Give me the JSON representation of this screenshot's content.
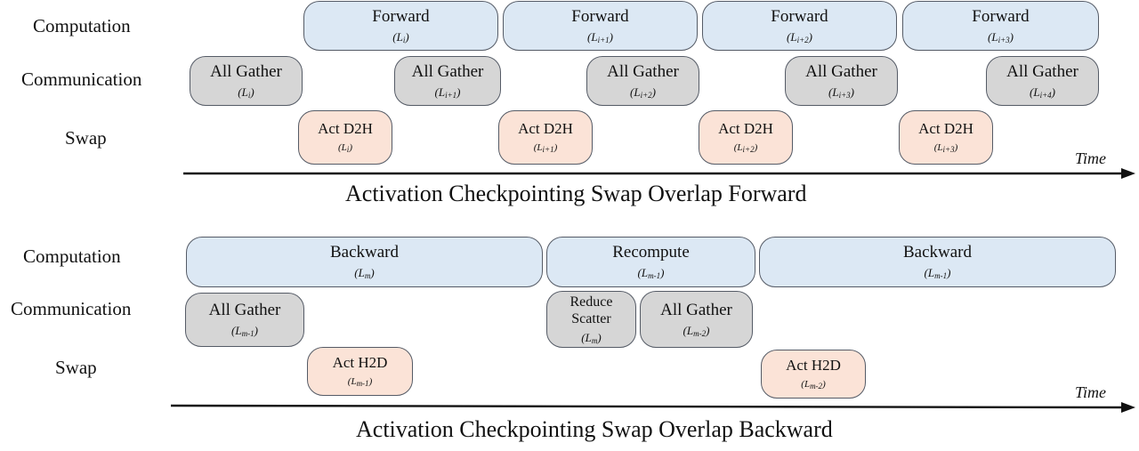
{
  "forward_panel": {
    "row_labels": {
      "computation": "Computation",
      "communication": "Communication",
      "swap": "Swap"
    },
    "computation": [
      {
        "name": "Forward",
        "layer": "L",
        "sub": "i"
      },
      {
        "name": "Forward",
        "layer": "L",
        "sub": "i+1"
      },
      {
        "name": "Forward",
        "layer": "L",
        "sub": "i+2"
      },
      {
        "name": "Forward",
        "layer": "L",
        "sub": "i+3"
      }
    ],
    "communication": [
      {
        "name": "All Gather",
        "layer": "L",
        "sub": "i"
      },
      {
        "name": "All Gather",
        "layer": "L",
        "sub": "i+1"
      },
      {
        "name": "All Gather",
        "layer": "L",
        "sub": "i+2"
      },
      {
        "name": "All Gather",
        "layer": "L",
        "sub": "i+3"
      },
      {
        "name": "All Gather",
        "layer": "L",
        "sub": "i+4"
      }
    ],
    "swap": [
      {
        "name": "Act D2H",
        "layer": "L",
        "sub": "i"
      },
      {
        "name": "Act D2H",
        "layer": "L",
        "sub": "i+1"
      },
      {
        "name": "Act D2H",
        "layer": "L",
        "sub": "i+2"
      },
      {
        "name": "Act D2H",
        "layer": "L",
        "sub": "i+3"
      }
    ],
    "time_label": "Time",
    "caption": "Activation Checkpointing Swap Overlap Forward"
  },
  "backward_panel": {
    "row_labels": {
      "computation": "Computation",
      "communication": "Communication",
      "swap": "Swap"
    },
    "computation": [
      {
        "name": "Backward",
        "layer": "L",
        "sub": "m"
      },
      {
        "name": "Recompute",
        "layer": "L",
        "sub": "m-1"
      },
      {
        "name": "Backward",
        "layer": "L",
        "sub": "m-1"
      }
    ],
    "communication": [
      {
        "name": "All Gather",
        "layer": "L",
        "sub": "m-1"
      },
      {
        "name": "Reduce Scatter",
        "layer": "L",
        "sub": "m"
      },
      {
        "name": "All Gather",
        "layer": "L",
        "sub": "m-2"
      }
    ],
    "swap": [
      {
        "name": "Act H2D",
        "layer": "L",
        "sub": "m-1"
      },
      {
        "name": "Act H2D",
        "layer": "L",
        "sub": "m-2"
      }
    ],
    "time_label": "Time",
    "caption": "Activation Checkpointing Swap Overlap Backward"
  },
  "colors": {
    "computation": "#dce8f4",
    "communication": "#d6d6d6",
    "swap": "#fbe3d7",
    "border": "#555b66"
  }
}
